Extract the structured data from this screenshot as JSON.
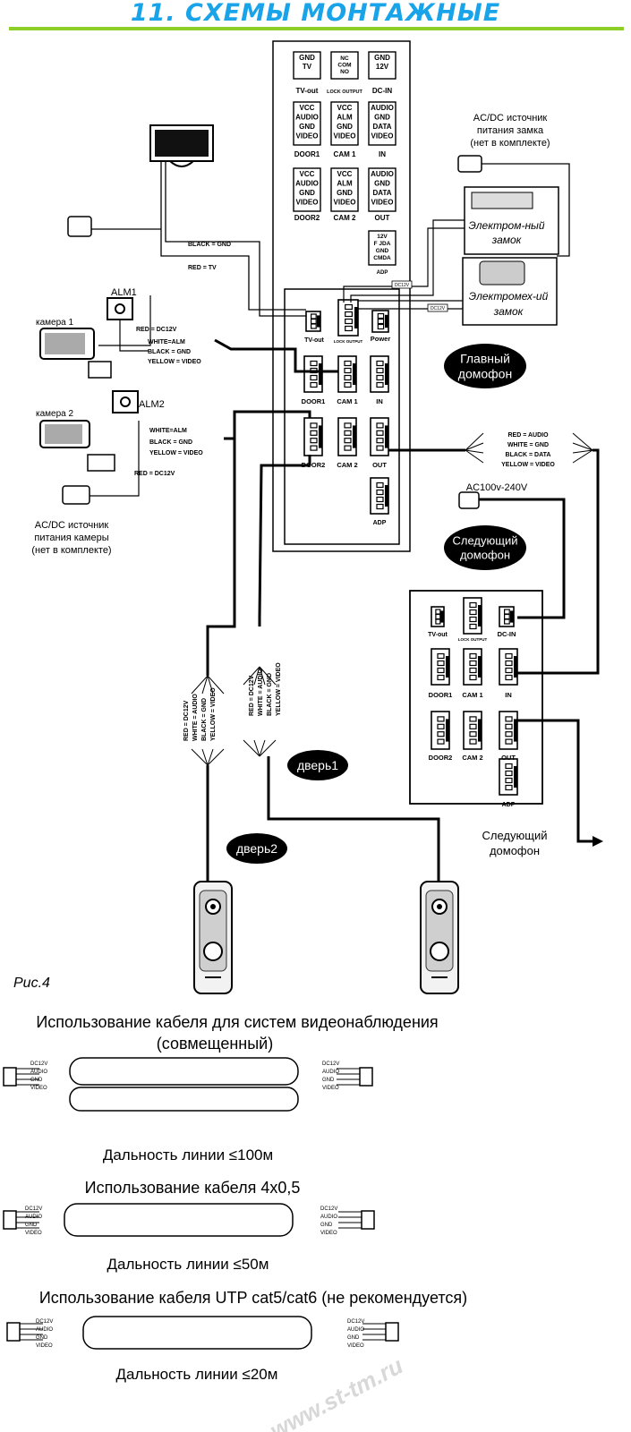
{
  "title": "11. СХЕМЫ МОНТАЖНЫЕ",
  "colors": {
    "title": "#19a3e8",
    "title_line": "#8ccf26",
    "line": "#000000",
    "watermark": "#d8d8d8"
  },
  "main_panel": {
    "top_box": {
      "r1": [
        [
          "GND",
          "TV"
        ],
        [
          "NC",
          "COM",
          "NO"
        ],
        [
          "GND",
          "12V"
        ]
      ],
      "r1_labels": [
        "TV-out",
        "LOCK OUTPUT",
        "DC-IN"
      ],
      "r2": [
        [
          "VCC",
          "AUDIO",
          "GND",
          "VIDEO"
        ],
        [
          "VCC",
          "ALM",
          "GND",
          "VIDEO"
        ],
        [
          "AUDIO",
          "GND",
          "DATA",
          "VIDEO"
        ]
      ],
      "r2_labels": [
        "DOOR1",
        "CAM 1",
        "IN"
      ],
      "r3": [
        [
          "VCC",
          "AUDIO",
          "GND",
          "VIDEO"
        ],
        [
          "VCC",
          "ALM",
          "GND",
          "VIDEO"
        ],
        [
          "AUDIO",
          "GND",
          "DATA",
          "VIDEO"
        ]
      ],
      "r3_labels": [
        "DOOR2",
        "CAM 2",
        "OUT"
      ],
      "adp": [
        "12V",
        "F JDA",
        "GND",
        "CMDA"
      ],
      "adp_label": "ADP"
    },
    "ports_row1": [
      "TV-out",
      "LOCK OUTPUT",
      "Power"
    ],
    "ports_row2": [
      "DOOR1",
      "CAM 1",
      "IN"
    ],
    "ports_row3": [
      "DOOR2",
      "CAM 2",
      "OUT"
    ],
    "adp": "ADP",
    "badge": [
      "Главный",
      "домофон"
    ]
  },
  "monitor_wires": [
    "BLACK = GND",
    "RED = TV"
  ],
  "lock_power": [
    "AC/DC источник",
    "питания замка",
    "(нет в комплекте)"
  ],
  "lock_em": [
    "Электром-ный",
    "замок"
  ],
  "lock_mech": [
    "Электромех-ий",
    "замок"
  ],
  "dc12v_tag": "DC12V",
  "camera1": {
    "label": "камера 1",
    "alm": "ALM1",
    "wires": [
      "RED = DC12V",
      "WHITE=ALM",
      "BLACK = GND",
      "YELLOW = VIDEO"
    ]
  },
  "camera2": {
    "label": "камера 2",
    "alm": "ALM2",
    "wires": [
      "WHITE=ALM",
      "BLACK = GND",
      "YELLOW = VIDEO",
      "RED = DC12V"
    ]
  },
  "cam_power": [
    "AC/DC источник",
    "питания камеры",
    "(нет в комплекте)"
  ],
  "out_wires": [
    "RED = AUDIO",
    "WHITE = GND",
    "BLACK = DATA",
    "YELLOW = VIDEO"
  ],
  "ac_power": "AC100v-240V",
  "next_badge": [
    "Следующий",
    "домофон"
  ],
  "second_panel": {
    "row1": [
      "TV-out",
      "LOCK OUTPUT",
      "DC-IN"
    ],
    "row2": [
      "DOOR1",
      "CAM 1",
      "IN"
    ],
    "row3": [
      "DOOR2",
      "CAM 2",
      "OUT"
    ],
    "adp": "ADP"
  },
  "next_intercom": [
    "Следующий",
    "домофон"
  ],
  "door_wires": [
    "RED = DC12V",
    "WHITE = AUDIO",
    "BLACK = GND",
    "YELLOW = VIDEO"
  ],
  "door1": "дверь1",
  "door2": "дверь2",
  "fig_label": "Рис.4",
  "cable_sections": [
    {
      "title": [
        "Использование кабеля для систем видеонаблюдения",
        "(совмещенный)"
      ],
      "range": "Дальность линии ≤100м"
    },
    {
      "title": [
        "Использование кабеля 4х0,5"
      ],
      "range": "Дальность линии ≤50м"
    },
    {
      "title": [
        "Использование кабеля UTP cat5/cat6 (не рекомендуется)"
      ],
      "range": "Дальность линии ≤20м"
    }
  ],
  "pin_labels": [
    "DC12V",
    "AUDIO",
    "GND",
    "VIDEO"
  ],
  "watermark": "www.st-tm.ru"
}
